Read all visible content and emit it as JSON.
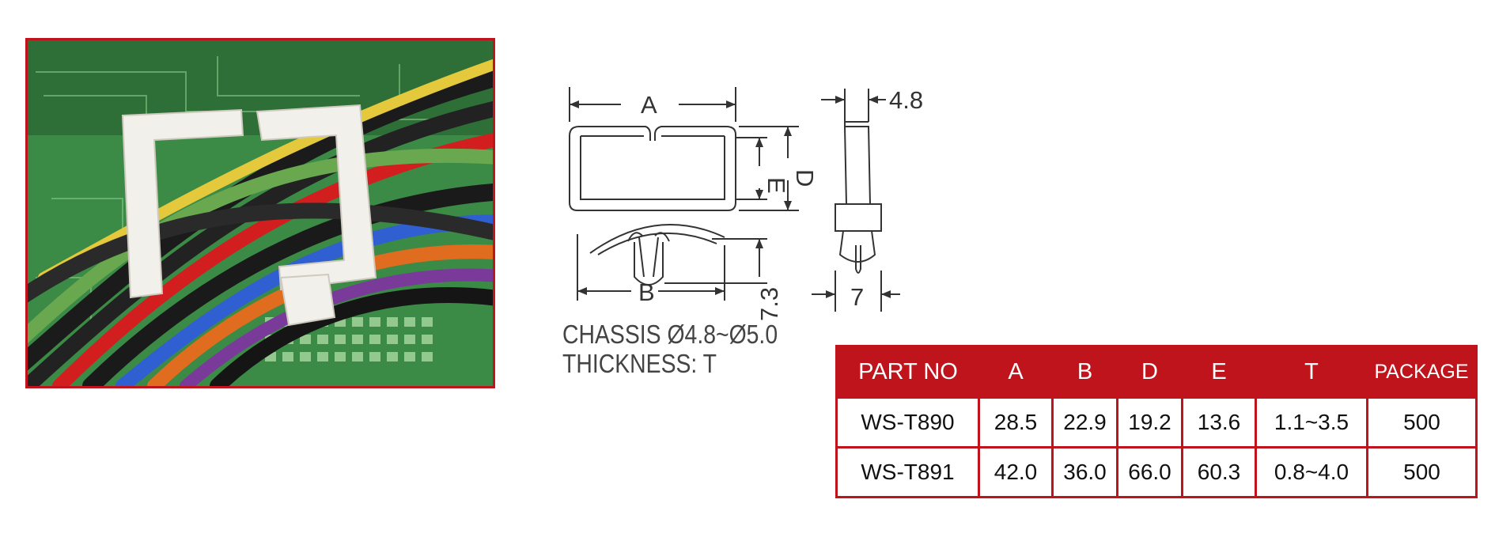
{
  "photo": {
    "description_icon": "cable-clip-photo"
  },
  "drawing": {
    "labels": {
      "a": "A",
      "b": "B",
      "d": "D",
      "e": "E",
      "t_value": "4.8",
      "h_value": "7.3",
      "w_value": "7"
    }
  },
  "notes": {
    "line1": "CHASSIS  Ø4.8~Ø5.0",
    "line2": "THICKNESS: T"
  },
  "table": {
    "headers": [
      "PART NO",
      "A",
      "B",
      "D",
      "E",
      "T",
      "PACKAGE"
    ],
    "rows": [
      [
        "WS-T890",
        "28.5",
        "22.9",
        "19.2",
        "13.6",
        "1.1~3.5",
        "500"
      ],
      [
        "WS-T891",
        "42.0",
        "36.0",
        "66.0",
        "60.3",
        "0.8~4.0",
        "500"
      ]
    ]
  },
  "colors": {
    "accent_red": "#c0141c"
  }
}
